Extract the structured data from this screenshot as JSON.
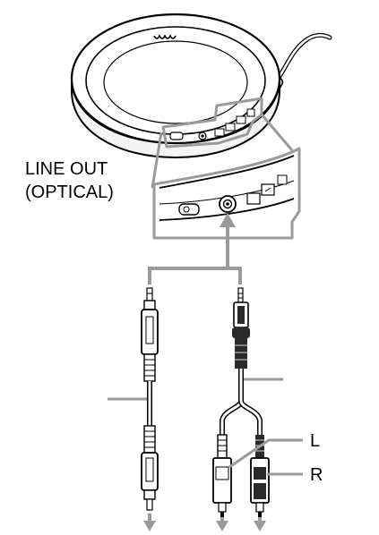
{
  "labels": {
    "port_name_line1": "LINE OUT",
    "port_name_line2": "(OPTICAL)",
    "channel_left": "L",
    "channel_right": "R"
  },
  "icons": {
    "player_logo": "walkman-logo-icon",
    "signal_arrow": "arrow-down-icon"
  },
  "colors": {
    "line": "#000000",
    "callout_gray": "#9a9a9a",
    "device_body": "#ffffff",
    "plug_dark": "#2a2a2a"
  }
}
